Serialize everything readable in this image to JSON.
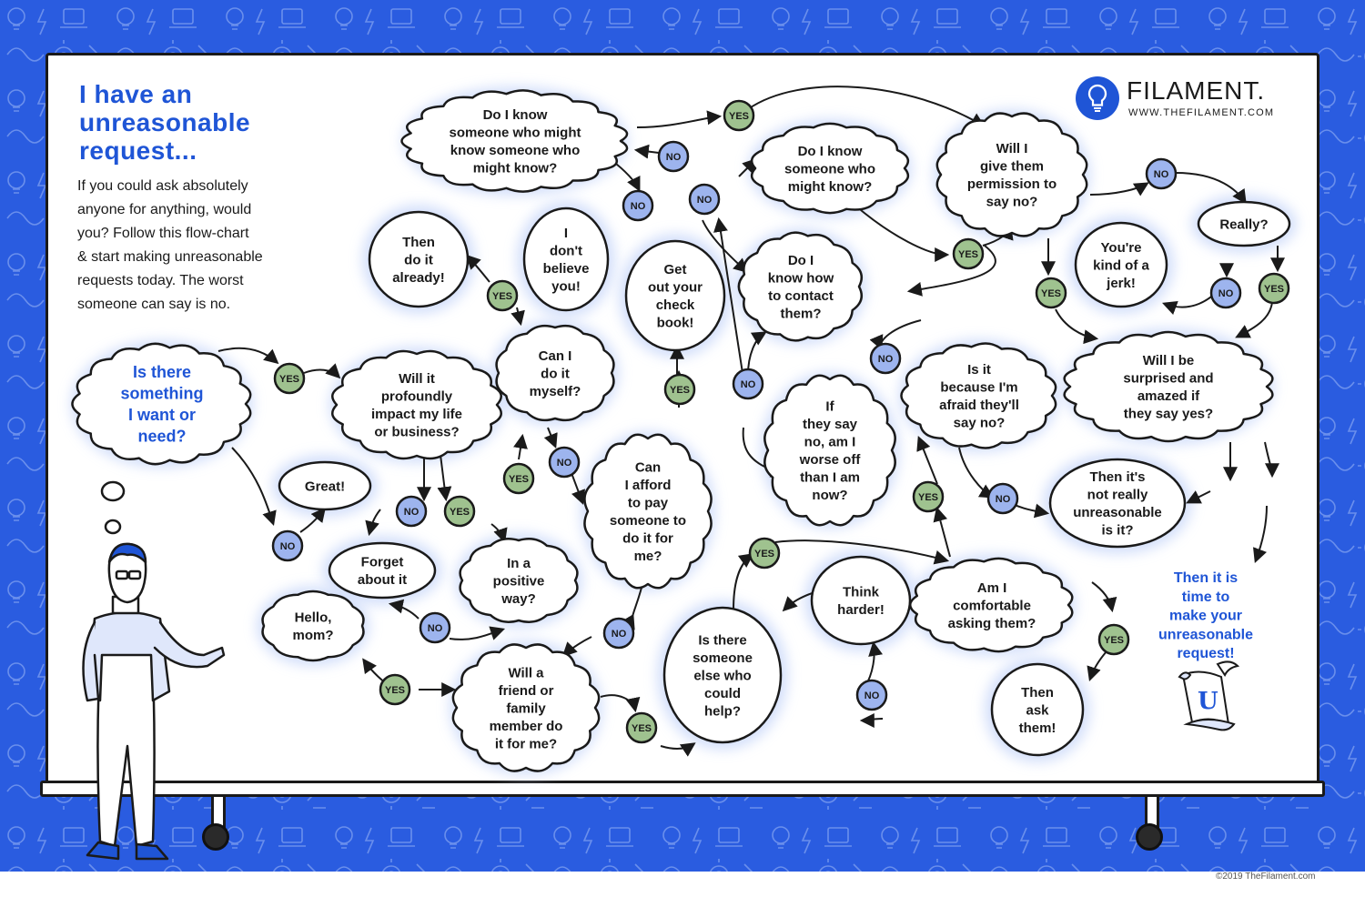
{
  "header": {
    "title_lines": [
      "I have an",
      "unreasonable",
      "request..."
    ],
    "intro_lines": [
      "If you could ask absolutely",
      "anyone for anything, would",
      "you? Follow this flow-chart",
      "& start making unreasonable",
      "requests today. The worst",
      "someone can say is no."
    ]
  },
  "brand": {
    "name": "FILAMENT.",
    "url": "WWW.THEFILAMENT.COM",
    "copyright": "©2019 TheFilament.com"
  },
  "colors": {
    "background": "#2a5ce0",
    "accent_text": "#1f55d6",
    "yes_fill": "#9fc28f",
    "no_fill": "#9db4ee",
    "glow": "#cfdcfa",
    "ink": "#1a1a1a"
  },
  "decision_labels": {
    "yes": "YES",
    "no": "NO"
  },
  "nodes": [
    {
      "id": "start",
      "kind": "cloud",
      "lines": [
        "Is there",
        "something",
        "I want or",
        "need?"
      ],
      "accent": true
    },
    {
      "id": "great",
      "kind": "round",
      "lines": [
        "Great!"
      ]
    },
    {
      "id": "impact",
      "kind": "cloud",
      "lines": [
        "Will it",
        "profoundly",
        "impact my life",
        "or business?"
      ]
    },
    {
      "id": "forget",
      "kind": "round",
      "lines": [
        "Forget",
        "about it"
      ]
    },
    {
      "id": "positive",
      "kind": "cloud",
      "lines": [
        "In a",
        "positive",
        "way?"
      ]
    },
    {
      "id": "hello",
      "kind": "cloud",
      "lines": [
        "Hello,",
        "mom?"
      ]
    },
    {
      "id": "then-do",
      "kind": "round",
      "lines": [
        "Then",
        "do it",
        "already!"
      ]
    },
    {
      "id": "can-myself",
      "kind": "cloud",
      "lines": [
        "Can I",
        "do it",
        "myself?"
      ]
    },
    {
      "id": "dont-believe",
      "kind": "round",
      "lines": [
        "I",
        "don't",
        "believe",
        "you!"
      ]
    },
    {
      "id": "know-someone-who",
      "kind": "cloud",
      "lines": [
        "Do I know",
        "someone who might",
        "know someone who",
        "might know?"
      ]
    },
    {
      "id": "afford",
      "kind": "cloud",
      "lines": [
        "Can",
        "I afford",
        "to pay",
        "someone to",
        "do it for",
        "me?"
      ]
    },
    {
      "id": "checkbook",
      "kind": "round",
      "lines": [
        "Get",
        "out your",
        "check",
        "book!"
      ]
    },
    {
      "id": "friend",
      "kind": "cloud",
      "lines": [
        "Will a",
        "friend or",
        "family",
        "member do",
        "it for me?"
      ]
    },
    {
      "id": "someone-else",
      "kind": "round",
      "lines": [
        "Is there",
        "someone",
        "else who",
        "could",
        "help?"
      ]
    },
    {
      "id": "think-harder",
      "kind": "round",
      "lines": [
        "Think",
        "harder!"
      ]
    },
    {
      "id": "know-someone",
      "kind": "cloud",
      "lines": [
        "Do I know",
        "someone who",
        "might know?"
      ]
    },
    {
      "id": "contact",
      "kind": "cloud",
      "lines": [
        "Do I",
        "know how",
        "to contact",
        "them?"
      ]
    },
    {
      "id": "worse-off",
      "kind": "cloud",
      "lines": [
        "If",
        "they say",
        "no, am I",
        "worse off",
        "than I am",
        "now?"
      ]
    },
    {
      "id": "afraid",
      "kind": "cloud",
      "lines": [
        "Is it",
        "because I'm",
        "afraid they'll",
        "say no?"
      ]
    },
    {
      "id": "comfortable",
      "kind": "cloud",
      "lines": [
        "Am I",
        "comfortable",
        "asking them?"
      ]
    },
    {
      "id": "then-ask",
      "kind": "round",
      "lines": [
        "Then",
        "ask",
        "them!"
      ]
    },
    {
      "id": "permission",
      "kind": "cloud",
      "lines": [
        "Will I",
        "give them",
        "permission to",
        "say no?"
      ]
    },
    {
      "id": "really",
      "kind": "round",
      "lines": [
        "Really?"
      ]
    },
    {
      "id": "jerk",
      "kind": "round",
      "lines": [
        "You're",
        "kind of a",
        "jerk!"
      ]
    },
    {
      "id": "surprised",
      "kind": "cloud",
      "lines": [
        "Will I be",
        "surprised and",
        "amazed if",
        "they say yes?"
      ]
    },
    {
      "id": "not-unreasonable",
      "kind": "round",
      "lines": [
        "Then it's",
        "not really",
        "unreasonable",
        "is it?"
      ]
    },
    {
      "id": "final",
      "kind": "text",
      "lines": [
        "Then it is",
        "time to",
        "make your",
        "unreasonable",
        "request!"
      ],
      "accent": true
    }
  ],
  "answers": [
    {
      "label": "yes"
    },
    {
      "label": "no"
    },
    {
      "label": "no"
    },
    {
      "label": "yes"
    },
    {
      "label": "no"
    },
    {
      "label": "yes"
    },
    {
      "label": "yes"
    },
    {
      "label": "no"
    },
    {
      "label": "yes"
    },
    {
      "label": "no"
    },
    {
      "label": "yes"
    },
    {
      "label": "no"
    },
    {
      "label": "no"
    },
    {
      "label": "yes"
    },
    {
      "label": "no"
    },
    {
      "label": "yes"
    },
    {
      "label": "no"
    },
    {
      "label": "yes"
    },
    {
      "label": "yes"
    },
    {
      "label": "no"
    },
    {
      "label": "no"
    },
    {
      "label": "yes"
    },
    {
      "label": "no"
    },
    {
      "label": "yes"
    },
    {
      "label": "yes"
    },
    {
      "label": "no"
    },
    {
      "label": "no"
    },
    {
      "label": "yes"
    }
  ]
}
